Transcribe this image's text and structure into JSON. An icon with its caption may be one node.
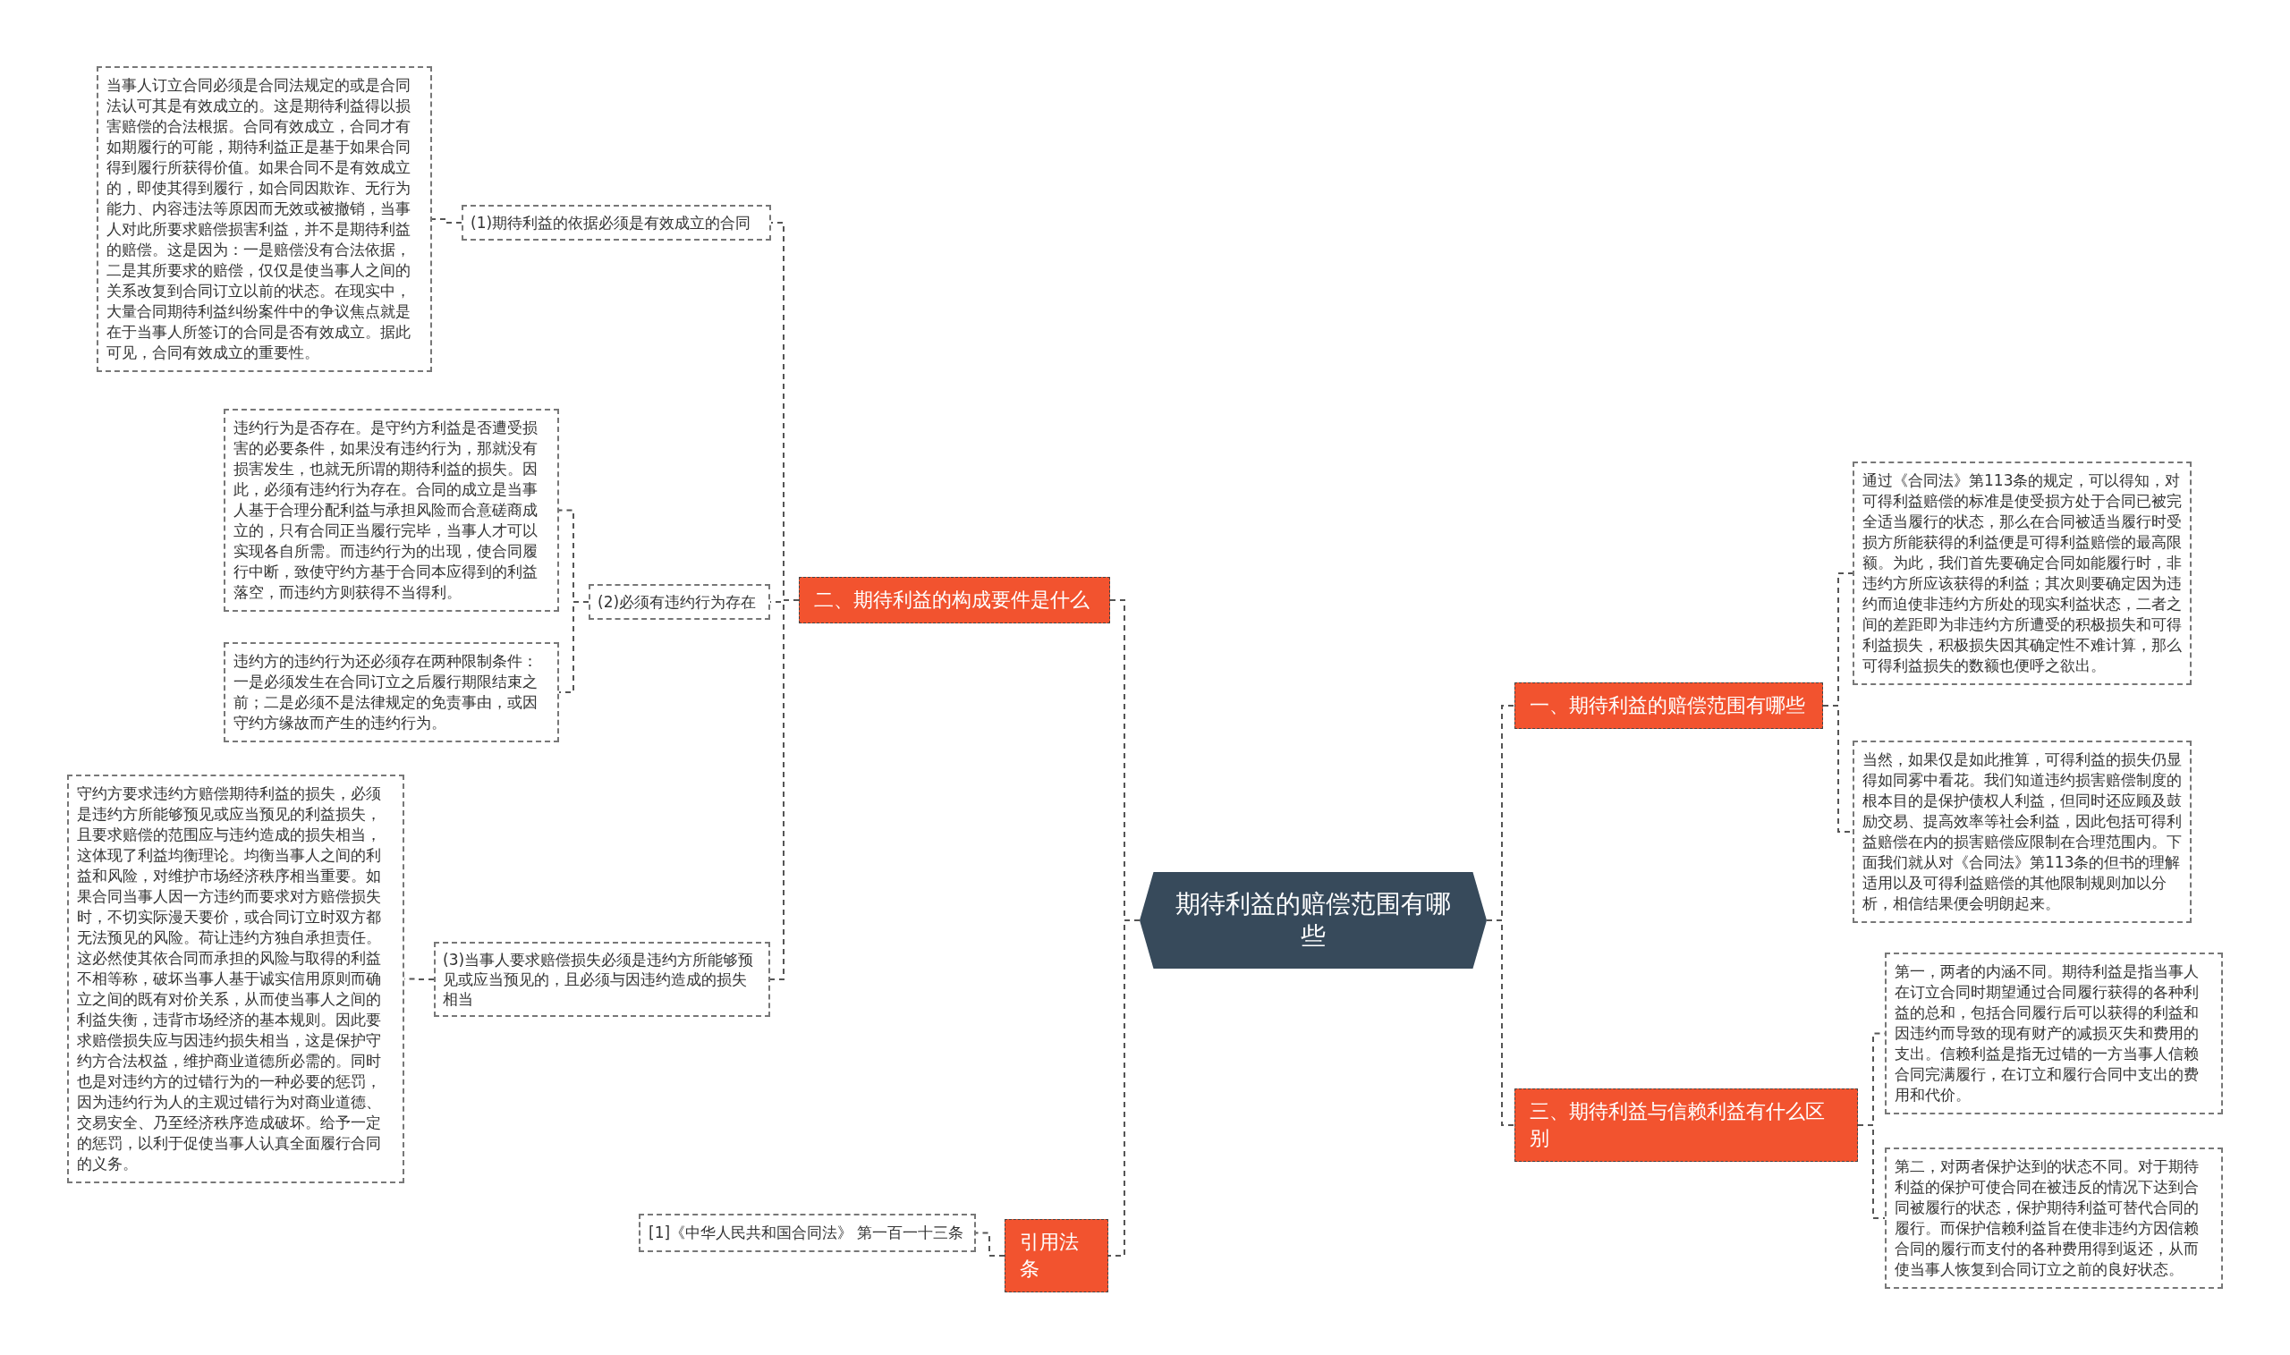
{
  "diagram": {
    "nodes": [
      {
        "text": [
          "期待利益的赔偿范围有哪些"
        ]
      },
      {
        "text": [
          "二、期待利益的构成要件是什么"
        ]
      },
      {
        "text": [
          "(1)期待利益的依据必须是有效成立的合同"
        ]
      },
      {
        "text": [
          "当事人订立合同必须是合同法规定的或是合同法认可其是有效成立的。这是期待利益得以损害赔偿的合法根据。合同有效成立，合同才有如期履行的可能，期待利益正是基于如果合同得到履行所获得价值。如果合同不是有效成立的，即使其得到履行，如合同因欺诈、无行为能力、内容违法等原因而无效或被撤销，当事人对此所要求赔偿损害利益，并不是期待利益的赔偿。这是因为：一是赔偿没有合法依据，二是其所要求的赔偿，仅仅是使当事人之间的关系改复到合同订立以前的状态。在现实中，大量合同期待利益纠纷案件中的争议焦点就是在于当事人所签订的合同是否有效成立。据此可见，合同有效成立的重要性。"
        ]
      },
      {
        "text": [
          "(2)必须有违约行为存在"
        ]
      },
      {
        "text": [
          "违约行为是否存在。是守约方利益是否遭受损害的必要条件，如果没有违约行为，那就没有损害发生，也就无所谓的期待利益的损失。因此，必须有违约行为存在。合同的成立是当事人基于合理分配利益与承担风险而合意磋商成立的，只有合同正当履行完毕，当事人才可以实现各自所需。而违约行为的出现，使合同履行中断，致使守约方基于合同本应得到的利益落空，而违约方则获得不当得利。"
        ]
      },
      {
        "text": [
          "违约方的违约行为还必须存在两种限制条件：一是必须发生在合同订立之后履行期限结束之前；二是必须不是法律规定的免责事由，或因守约方缘故而产生的违约行为。"
        ]
      },
      {
        "text": [
          "(3)当事人要求赔偿损失必须是违约方所能够预见或应当预见的，且必须与因违约造成的损失相当"
        ]
      },
      {
        "text": [
          "守约方要求违约方赔偿期待利益的损失，必须是违约方所能够预见或应当预见的利益损失，且要求赔偿的范围应与违约造成的损失相当，这体现了利益均衡理论。均衡当事人之间的利益和风险，对维护市场经济秩序相当重要。如果合同当事人因一方违约而要求对方赔偿损失时，不切实际漫天要价，或合同订立时双方都无法预见的风险。荷让违约方独自承担责任。这必然使其依合同而承担的风险与取得的利益不相等称，破坏当事人基于诚实信用原则而确立之间的既有对价关系，从而使当事人之间的利益失衡，违背市场经济的基本规则。因此要求赔偿损失应与因违约损失相当，这是保护守约方合法权益，维护商业道德所必需的。同时也是对违约方的过错行为的一种必要的惩罚，因为违约行为人的主观过错行为对商业道德、交易安全、乃至经济秩序造成破坏。给予一定的惩罚，以利于促使当事人认真全面履行合同的义务。"
        ]
      },
      {
        "text": [
          "引用法条"
        ]
      },
      {
        "text": [
          "[1]《中华人民共和国合同法》 第一百一十三条"
        ]
      },
      {
        "text": [
          "一、期待利益的赔偿范围有哪些"
        ]
      },
      {
        "text": [
          "通过《合同法》第113条的规定，可以得知，对可得利益赔偿的标准是使受损方处于合同已被完全适当履行的状态，那么在合同被适当履行时受损方所能获得的利益便是可得利益赔偿的最高限额。为此，我们首先要确定合同如能履行时，非违约方所应该获得的利益；其次则要确定因为违约而迫使非违约方所处的现实利益状态，二者之间的差距即为非违约方所遭受的积极损失和可得利益损失，积极损失因其确定性不难计算，那么可得利益损失的数额也便呼之欲出。"
        ]
      },
      {
        "text": [
          "当然，如果仅是如此推算，可得利益的损失仍显得如同雾中看花。我们知道违约损害赔偿制度的根本目的是保护债权人利益，但同时还应顾及鼓励交易、提高效率等社会利益，因此包括可得利益赔偿在内的损害赔偿应限制在合理范围内。下面我们就从对《合同法》第113条的但书的理解适用以及可得利益赔偿的其他限制规则加以分析，相信结果便会明朗起来。"
        ]
      },
      {
        "text": [
          "三、期待利益与信赖利益有什么区别"
        ]
      },
      {
        "text": [
          "第一，两者的内涵不同。期待利益是指当事人在订立合同时期望通过合同履行获得的各种利益的总和，包括合同履行后可以获得的利益和因违约而导致的现有财产的减损灭失和费用的支出。信赖利益是指无过错的一方当事人信赖合同完满履行，在订立和履行合同中支出的费用和代价。"
        ]
      },
      {
        "text": [
          "第二，对两者保护达到的状态不同。对于期待利益的保护可使合同在被违反的情况下达到合同被履行的状态，保护期待利益可替代合同的履行。而保护信赖利益旨在使非违约方因信赖合同的履行而支付的各种费用得到返还，从而使当事人恢复到合同订立之前的良好状态。"
        ]
      }
    ],
    "edges": [
      {
        "from": 0,
        "to": 1,
        "arrow": "none",
        "style": "dashed"
      },
      {
        "from": 1,
        "to": 2,
        "arrow": "none",
        "style": "dashed"
      },
      {
        "from": 2,
        "to": 3,
        "arrow": "none",
        "style": "dashed"
      },
      {
        "from": 1,
        "to": 4,
        "arrow": "none",
        "style": "dashed"
      },
      {
        "from": 4,
        "to": 5,
        "arrow": "none",
        "style": "dashed"
      },
      {
        "from": 4,
        "to": 6,
        "arrow": "none",
        "style": "dashed"
      },
      {
        "from": 1,
        "to": 7,
        "arrow": "none",
        "style": "dashed"
      },
      {
        "from": 7,
        "to": 8,
        "arrow": "none",
        "style": "dashed"
      },
      {
        "from": 0,
        "to": 9,
        "arrow": "none",
        "style": "dashed"
      },
      {
        "from": 9,
        "to": 10,
        "arrow": "none",
        "style": "dashed"
      },
      {
        "from": 0,
        "to": 11,
        "arrow": "none",
        "style": "dashed"
      },
      {
        "from": 11,
        "to": 12,
        "arrow": "none",
        "style": "dashed"
      },
      {
        "from": 11,
        "to": 13,
        "arrow": "none",
        "style": "dashed"
      },
      {
        "from": 0,
        "to": 14,
        "arrow": "none",
        "style": "dashed"
      },
      {
        "from": 14,
        "to": 15,
        "arrow": "none",
        "style": "dashed"
      },
      {
        "from": 14,
        "to": 16,
        "arrow": "none",
        "style": "dashed"
      }
    ]
  }
}
